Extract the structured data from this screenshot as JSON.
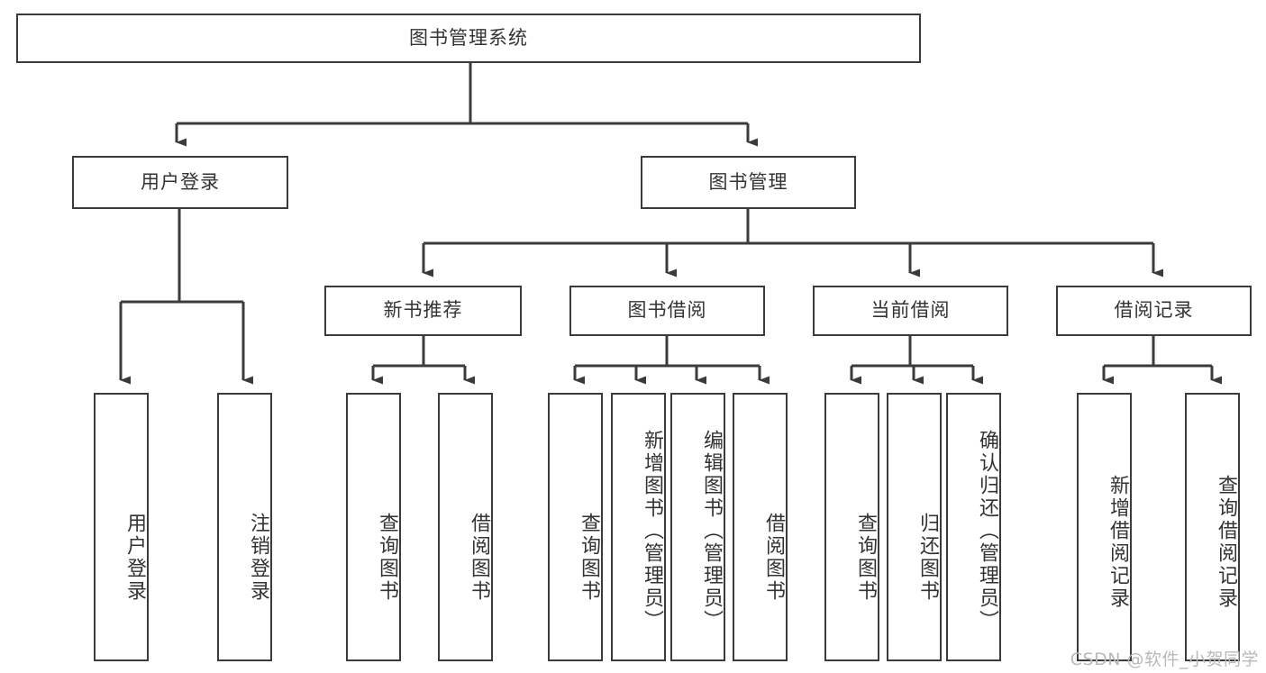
{
  "diagram": {
    "type": "tree",
    "title": "图书管理系统",
    "root": {
      "id": "root",
      "label": "图书管理系统"
    },
    "level2": [
      {
        "id": "user-login",
        "label": "用户登录"
      },
      {
        "id": "book-management",
        "label": "图书管理"
      }
    ],
    "level3": [
      {
        "id": "new-book-recommend",
        "label": "新书推荐",
        "parent": "book-management"
      },
      {
        "id": "book-borrow",
        "label": "图书借阅",
        "parent": "book-management"
      },
      {
        "id": "current-borrow",
        "label": "当前借阅",
        "parent": "book-management"
      },
      {
        "id": "borrow-record",
        "label": "借阅记录",
        "parent": "book-management"
      }
    ],
    "leaves": [
      {
        "id": "leaf-user-login",
        "label": "用户登录",
        "parent": "user-login"
      },
      {
        "id": "leaf-user-logout",
        "label": "注销登录",
        "parent": "user-login"
      },
      {
        "id": "leaf-query-book-1",
        "label": "查询图书",
        "parent": "new-book-recommend"
      },
      {
        "id": "leaf-borrow-book-1",
        "label": "借阅图书",
        "parent": "new-book-recommend"
      },
      {
        "id": "leaf-query-book-2",
        "label": "查询图书",
        "parent": "book-borrow"
      },
      {
        "id": "leaf-add-book",
        "label": "新增图书（管理员）",
        "parent": "book-borrow"
      },
      {
        "id": "leaf-edit-book",
        "label": "编辑图书（管理员）",
        "parent": "book-borrow"
      },
      {
        "id": "leaf-borrow-book-2",
        "label": "借阅图书",
        "parent": "book-borrow"
      },
      {
        "id": "leaf-query-book-3",
        "label": "查询图书",
        "parent": "current-borrow"
      },
      {
        "id": "leaf-return-book",
        "label": "归还图书",
        "parent": "current-borrow"
      },
      {
        "id": "leaf-confirm-return",
        "label": "确认归还（管理员）",
        "parent": "current-borrow"
      },
      {
        "id": "leaf-add-record",
        "label": "新增借阅记录",
        "parent": "borrow-record"
      },
      {
        "id": "leaf-query-record",
        "label": "查询借阅记录",
        "parent": "borrow-record"
      }
    ],
    "colors": {
      "stroke": "#3b3b3b",
      "fill": "#ffffff",
      "text": "#333333",
      "watermark": "#b9b9b9"
    }
  },
  "watermark": {
    "text": "CSDN @软件_小贺同学"
  }
}
